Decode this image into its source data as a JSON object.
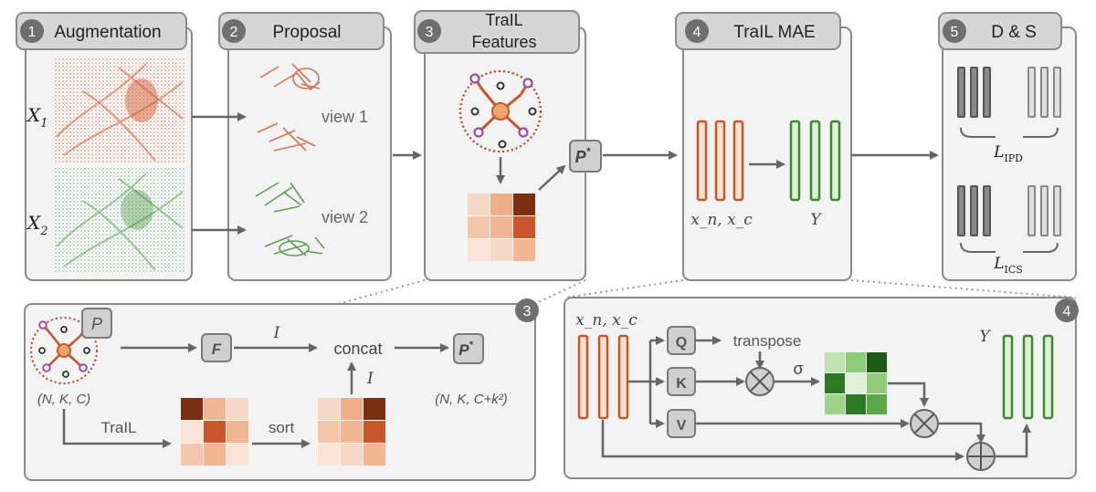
{
  "stages": [
    {
      "num": "1",
      "title": "Augmentation"
    },
    {
      "num": "2",
      "title": "Proposal"
    },
    {
      "num": "3",
      "title_lines": [
        "TraIL",
        "Features"
      ]
    },
    {
      "num": "4",
      "title": "TraIL MAE"
    },
    {
      "num": "5",
      "title": "D & S"
    }
  ],
  "augmentation": {
    "x1": "X",
    "x1_sub": "1",
    "x2": "X",
    "x2_sub": "2"
  },
  "proposal": {
    "view1": "view 1",
    "view2": "view 2"
  },
  "features": {
    "p_star": "P",
    "p_star_sup": "*"
  },
  "mae": {
    "input_label": "x_n, x_c",
    "output_label": "Y"
  },
  "ds": {
    "loss1": "L",
    "loss1_sub": "IPD",
    "loss2": "L",
    "loss2_sub": "ICS"
  },
  "detail3": {
    "num": "3",
    "p": "P",
    "f": "F",
    "i1": "I",
    "i2": "I",
    "concat": "concat",
    "p_star": "P",
    "p_star_sup": "*",
    "shape_in": "(N, K, C)",
    "shape_out": "(N, K, C+k²)",
    "trail": "TraIL",
    "sort": "sort"
  },
  "detail4": {
    "num": "4",
    "input_label": "x_n, x_c",
    "q": "Q",
    "k": "K",
    "v": "V",
    "transpose": "transpose",
    "sigma": "σ",
    "output_label": "Y"
  },
  "colors": {
    "orange": "#c9562a",
    "orange_light": "#fbe4d6",
    "green": "#3b8a2e",
    "green_light": "#dff2d8",
    "purple": "#a24aa8",
    "dark_red": "#8a3a1a",
    "box_border": "#8a8a8a",
    "header_fill": "#d6d6d6",
    "panel_fill": "#f3f3f3"
  }
}
